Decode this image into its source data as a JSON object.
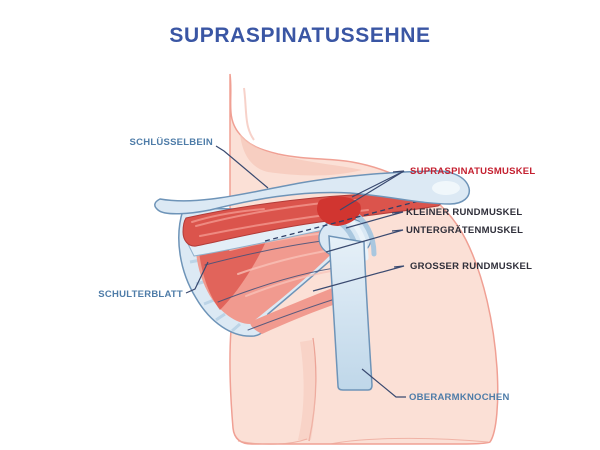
{
  "title": "SUPRASPINATUSSEHNE",
  "labels": {
    "clavicle": "SCHLÜSSELBEIN",
    "supraspinatus": "SUPRASPINATUSMUSKEL",
    "teres_minor": "KLEINER RUNDMUSKEL",
    "infraspinatus": "UNTERGRÄTENMUSKEL",
    "teres_major": "GROSSER RUNDMUSKEL",
    "scapula": "SCHULTERBLATT",
    "humerus": "OBERARMKNOCHEN"
  },
  "colors": {
    "title_text": "#3A56A4",
    "bone_label": "#4E7CA8",
    "highlight_label": "#C41F2F",
    "dark_label": "#2F2F3A",
    "leader_line": "#3A4A70",
    "bone_fill": "#DCE9F4",
    "bone_stroke": "#6E94B8",
    "muscle_red": "#DB544C",
    "muscle_salmon": "#F19A8F",
    "flesh": "#FBE0D6",
    "flesh_outline": "#F0A094"
  }
}
